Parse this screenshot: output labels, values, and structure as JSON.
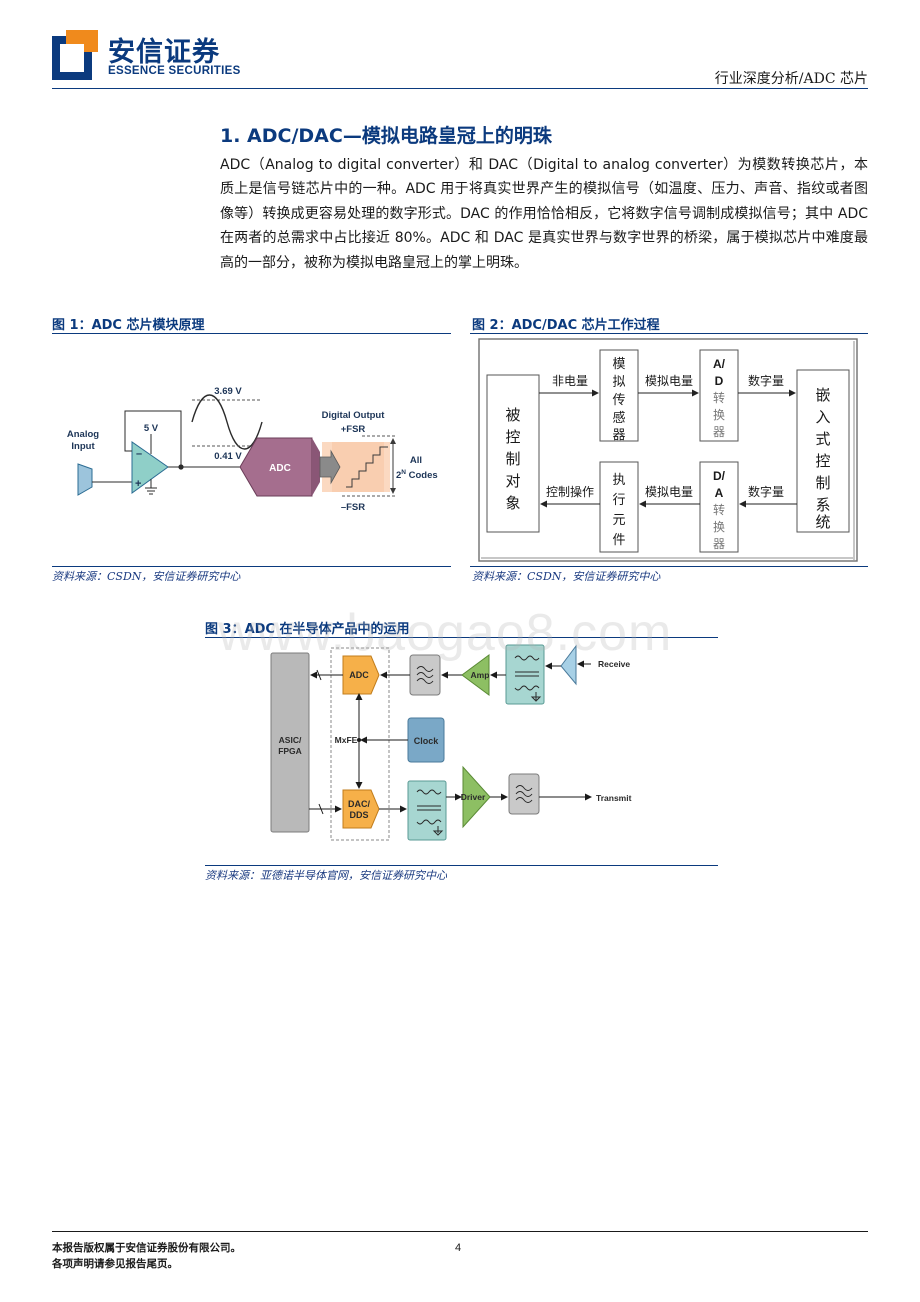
{
  "header": {
    "brand_cn": "安信证券",
    "brand_en": "ESSENCE SECURITIES",
    "doc_type": "行业深度分析/ADC 芯片"
  },
  "colors": {
    "brand_blue": "#0b3a7e",
    "logo_orange": "#f08a1c",
    "source_blue": "#1a3a80"
  },
  "section": {
    "title": "1. ADC/DAC—模拟电路皇冠上的明珠",
    "body": "ADC（Analog to digital converter）和 DAC（Digital to analog converter）为模数转换芯片，本质上是信号链芯片中的一种。ADC 用于将真实世界产生的模拟信号（如温度、压力、声音、指纹或者图像等）转换成更容易处理的数字形式。DAC 的作用恰恰相反，它将数字信号调制成模拟信号；其中 ADC 在两者的总需求中占比接近 80%。ADC 和 DAC 是真实世界与数字世界的桥梁，属于模拟芯片中难度最高的一部分，被称为模拟电路皇冠上的掌上明珠。"
  },
  "fig1": {
    "title": "图 1：ADC 芯片模块原理",
    "source": "资料来源：CSDN，安信证券研究中心",
    "labels": {
      "analog_input_1": "Analog",
      "analog_input_2": "Input",
      "supply": "5 V",
      "minus": "–",
      "plus": "+",
      "v_high": "3.69 V",
      "v_low": "0.41 V",
      "adc": "ADC",
      "digital_output": "Digital Output",
      "pos_fsr": "+FSR",
      "neg_fsr": "–FSR",
      "all": "All",
      "codes_2": "2",
      "codes_n": "N",
      "codes": " Codes"
    }
  },
  "fig2": {
    "title": "图 2：ADC/DAC 芯片工作过程",
    "source": "资料来源：CSDN，安信证券研究中心",
    "labels": {
      "controlled_object": [
        "被",
        "控",
        "制",
        "对",
        "象"
      ],
      "sensor": [
        "模",
        "拟",
        "传",
        "感",
        "器"
      ],
      "ad_converter": [
        "A/",
        "D",
        "转",
        "换",
        "器"
      ],
      "embedded_control": [
        "嵌",
        "入",
        "式",
        "控",
        "制",
        "系",
        "统"
      ],
      "actuator": [
        "执",
        "行",
        "元",
        "件"
      ],
      "da_converter": [
        "D/",
        "A",
        "转",
        "换",
        "器"
      ],
      "non_electric": "非电量",
      "analog_qty_top": "模拟电量",
      "digital_qty_top": "数字量",
      "control_operation": "控制操作",
      "analog_qty_bottom": "模拟电量",
      "digital_qty_bottom": "数字量"
    }
  },
  "fig3": {
    "title": "图 3：ADC 在半导体产品中的运用",
    "source": "资料来源：亚德诺半导体官网，安信证券研究中心",
    "labels": {
      "asic_1": "ASIC/",
      "asic_2": "FPGA",
      "adc": "ADC",
      "mxfe": "MxFE",
      "clock": "Clock",
      "dac_1": "DAC/",
      "dac_2": "DDS",
      "amp": "Amp",
      "driver": "Driver",
      "receive": "Receive",
      "transmit": "Transmit"
    }
  },
  "watermark": "www.baogao8.com",
  "footer": {
    "line1": "本报告版权属于安信证券股份有限公司。",
    "line2": "各项声明请参见报告尾页。",
    "page": "4"
  }
}
